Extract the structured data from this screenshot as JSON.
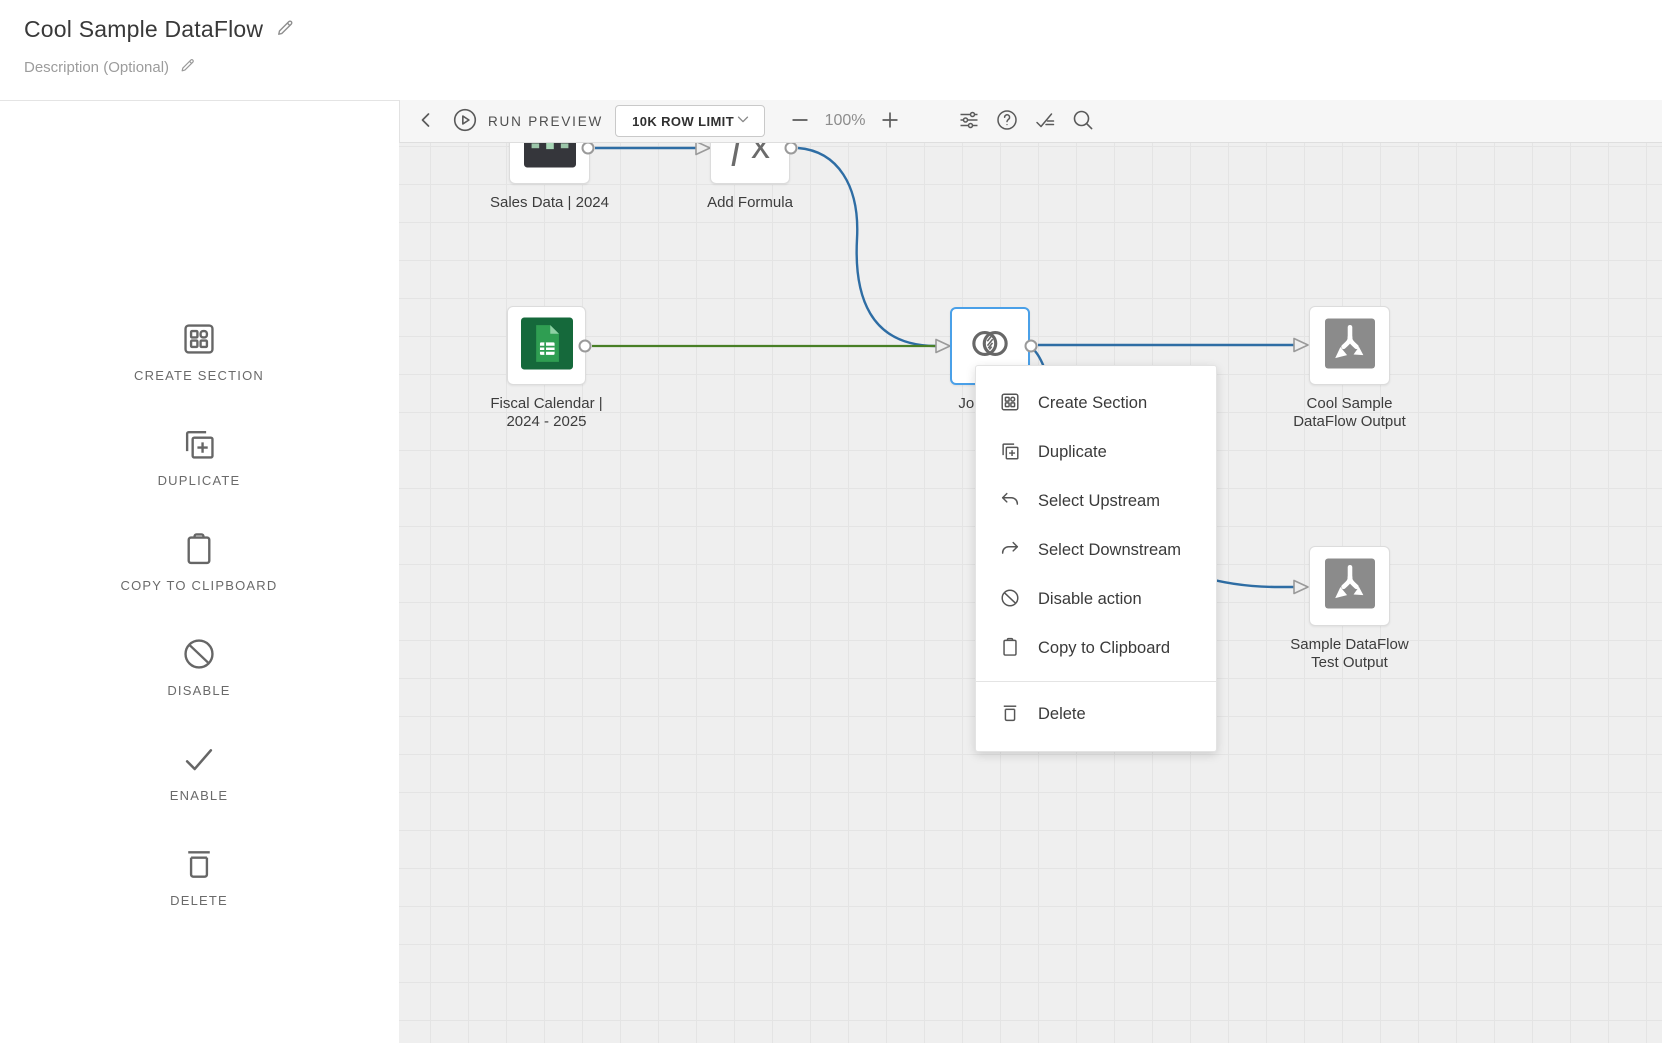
{
  "app": {
    "title": "Cool Sample DataFlow",
    "description": "Description (Optional)"
  },
  "sidebar": {
    "items": [
      {
        "label": "CREATE SECTION",
        "icon": "create-section-icon"
      },
      {
        "label": "DUPLICATE",
        "icon": "duplicate-icon"
      },
      {
        "label": "COPY TO CLIPBOARD",
        "icon": "clipboard-icon"
      },
      {
        "label": "DISABLE",
        "icon": "disable-icon"
      },
      {
        "label": "ENABLE",
        "icon": "check-icon"
      },
      {
        "label": "DELETE",
        "icon": "trash-icon"
      }
    ]
  },
  "toolbar": {
    "run_preview": "RUN PREVIEW",
    "row_limit": "10K ROW LIMIT",
    "zoom": "100%",
    "icon_names": [
      "chevron-left-icon",
      "play-circle-icon",
      "chevron-down-icon",
      "minus-icon",
      "plus-icon",
      "sliders-icon",
      "help-icon",
      "check-list-icon",
      "search-icon"
    ]
  },
  "canvas": {
    "nodes": [
      {
        "id": "sales-data",
        "label": "Sales Data | 2024",
        "icon": "dataset-icon"
      },
      {
        "id": "add-formula",
        "label": "Add Formula",
        "icon": "formula-fx-icon",
        "fx": "ƒx"
      },
      {
        "id": "fiscal-calendar",
        "label_line1": "Fiscal Calendar |",
        "label_line2": "2024 - 2025",
        "icon": "sheets-icon"
      },
      {
        "id": "join",
        "label": "Join Data",
        "icon": "join-venn-icon",
        "selected": true
      },
      {
        "id": "output-1",
        "label_line1": "Cool Sample",
        "label_line2": "DataFlow Output",
        "icon": "output-dataset-icon"
      },
      {
        "id": "output-2",
        "label_line1": "Sample DataFlow",
        "label_line2": "Test Output",
        "icon": "output-dataset-icon"
      }
    ]
  },
  "context_menu": {
    "items": [
      {
        "label": "Create Section",
        "icon": "create-section-icon"
      },
      {
        "label": "Duplicate",
        "icon": "duplicate-icon"
      },
      {
        "label": "Select Upstream",
        "icon": "undo-arrow-icon"
      },
      {
        "label": "Select Downstream",
        "icon": "redo-arrow-icon"
      },
      {
        "label": "Disable action",
        "icon": "disable-icon"
      },
      {
        "label": "Copy to Clipboard",
        "icon": "clipboard-icon"
      },
      {
        "label": "Delete",
        "icon": "trash-icon"
      }
    ]
  },
  "colors": {
    "wire-blue": "#2e6da4",
    "wire-green": "#487f26",
    "selection-blue": "#4aa0e8",
    "canvas-bg": "#efefef",
    "grid-line": "#e4e4e4",
    "icon-gray": "#666666",
    "sheets-green-dark": "#15693b",
    "sheets-green": "#2f9e52",
    "sheets-fold": "#8ed0a4",
    "output-gray": "#8b8b8b",
    "dataset-dark": "#35363b",
    "dataset-mint": "#a8d6b6"
  }
}
